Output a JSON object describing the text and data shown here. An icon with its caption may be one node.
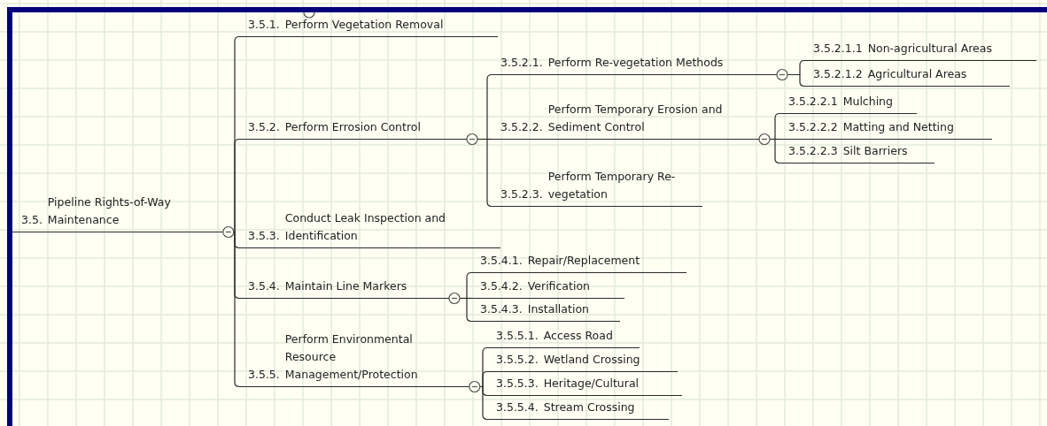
{
  "diagram": {
    "nodes": [
      {
        "text": [
          "3.5.",
          "Pipeline Rights-of-Way Maintenance"
        ]
      },
      {
        "text": [
          "3.5.1.",
          "Perform Vegetation Removal"
        ]
      },
      {
        "text": [
          "3.5.2.",
          "Perform Errosion Control"
        ]
      },
      {
        "text": [
          "3.5.2.1.",
          "Perform Re-vegetation Methods"
        ]
      },
      {
        "text": [
          "3.5.2.1.1",
          "Non-agricultural Areas"
        ]
      },
      {
        "text": [
          "3.5.2.1.2",
          "Agricultural Areas"
        ]
      },
      {
        "text": [
          "3.5.2.2.",
          "Perform Temporary Erosion and Sediment Control"
        ]
      },
      {
        "text": [
          "3.5.2.2.1",
          "Mulching"
        ]
      },
      {
        "text": [
          "3.5.2.2.2",
          "Matting and Netting"
        ]
      },
      {
        "text": [
          "3.5.2.2.3",
          "Silt Barriers"
        ]
      },
      {
        "text": [
          "3.5.2.3.",
          "Perform Temporary Re-vegetation"
        ]
      },
      {
        "text": [
          "3.5.3.",
          "Conduct Leak Inspection and Identification"
        ]
      },
      {
        "text": [
          "3.5.4.",
          "Maintain Line Markers"
        ]
      },
      {
        "text": [
          "3.5.4.1.",
          "Repair/Replacement"
        ]
      },
      {
        "text": [
          "3.5.4.2.",
          "Verification"
        ]
      },
      {
        "text": [
          "3.5.4.3.",
          "Installation"
        ]
      },
      {
        "text": [
          "3.5.5.",
          "Perform Environmental Resource Management/Protection"
        ]
      },
      {
        "text": [
          "3.5.5.1.",
          "Access Road"
        ]
      },
      {
        "text": [
          "3.5.5.2.",
          "Wetland Crossing"
        ]
      },
      {
        "text": [
          "3.5.5.3.",
          "Heritage/Cultural"
        ]
      },
      {
        "text": [
          "3.5.5.4.",
          "Stream Crossing"
        ]
      }
    ],
    "edges": [
      {
        "from": 0,
        "to": 1,
        "arrow": "none"
      },
      {
        "from": 0,
        "to": 2,
        "arrow": "none"
      },
      {
        "from": 2,
        "to": 3,
        "arrow": "none"
      },
      {
        "from": 3,
        "to": 4,
        "arrow": "none"
      },
      {
        "from": 3,
        "to": 5,
        "arrow": "none"
      },
      {
        "from": 2,
        "to": 6,
        "arrow": "none"
      },
      {
        "from": 6,
        "to": 7,
        "arrow": "none"
      },
      {
        "from": 6,
        "to": 8,
        "arrow": "none"
      },
      {
        "from": 6,
        "to": 9,
        "arrow": "none"
      },
      {
        "from": 2,
        "to": 10,
        "arrow": "none"
      },
      {
        "from": 0,
        "to": 11,
        "arrow": "none"
      },
      {
        "from": 0,
        "to": 12,
        "arrow": "none"
      },
      {
        "from": 12,
        "to": 13,
        "arrow": "none"
      },
      {
        "from": 12,
        "to": 14,
        "arrow": "none"
      },
      {
        "from": 12,
        "to": 15,
        "arrow": "none"
      },
      {
        "from": 0,
        "to": 16,
        "arrow": "none"
      },
      {
        "from": 16,
        "to": 17,
        "arrow": "none"
      },
      {
        "from": 16,
        "to": 18,
        "arrow": "none"
      },
      {
        "from": 16,
        "to": 19,
        "arrow": "none"
      },
      {
        "from": 16,
        "to": 20,
        "arrow": "none"
      }
    ]
  }
}
